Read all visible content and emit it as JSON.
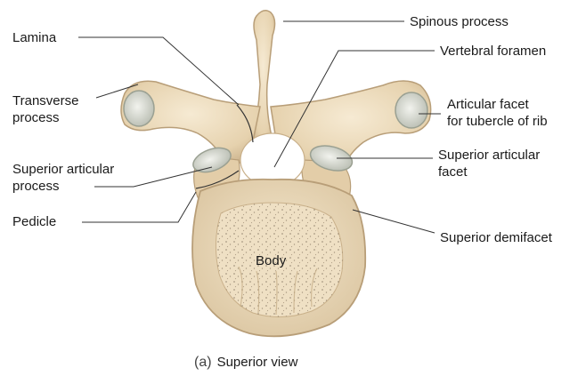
{
  "labels": {
    "lamina": "Lamina",
    "transverse_process": "Transverse\nprocess",
    "superior_articular_process": "Superior articular\nprocess",
    "pedicle": "Pedicle",
    "spinous_process": "Spinous process",
    "vertebral_foramen": "Vertebral foramen",
    "articular_facet_tubercle": "Articular facet\nfor tubercle of rib",
    "superior_articular_facet": "Superior articular\nfacet",
    "superior_demifacet": "Superior demifacet",
    "body": "Body"
  },
  "caption": {
    "letter": "(a)",
    "text": "Superior view"
  },
  "colors": {
    "bone": "#ecdcc0",
    "bone_shadow": "#cdb691",
    "cartilage": "#d6d9cf",
    "body_pores": "#7a6a55",
    "line": "#333333"
  }
}
